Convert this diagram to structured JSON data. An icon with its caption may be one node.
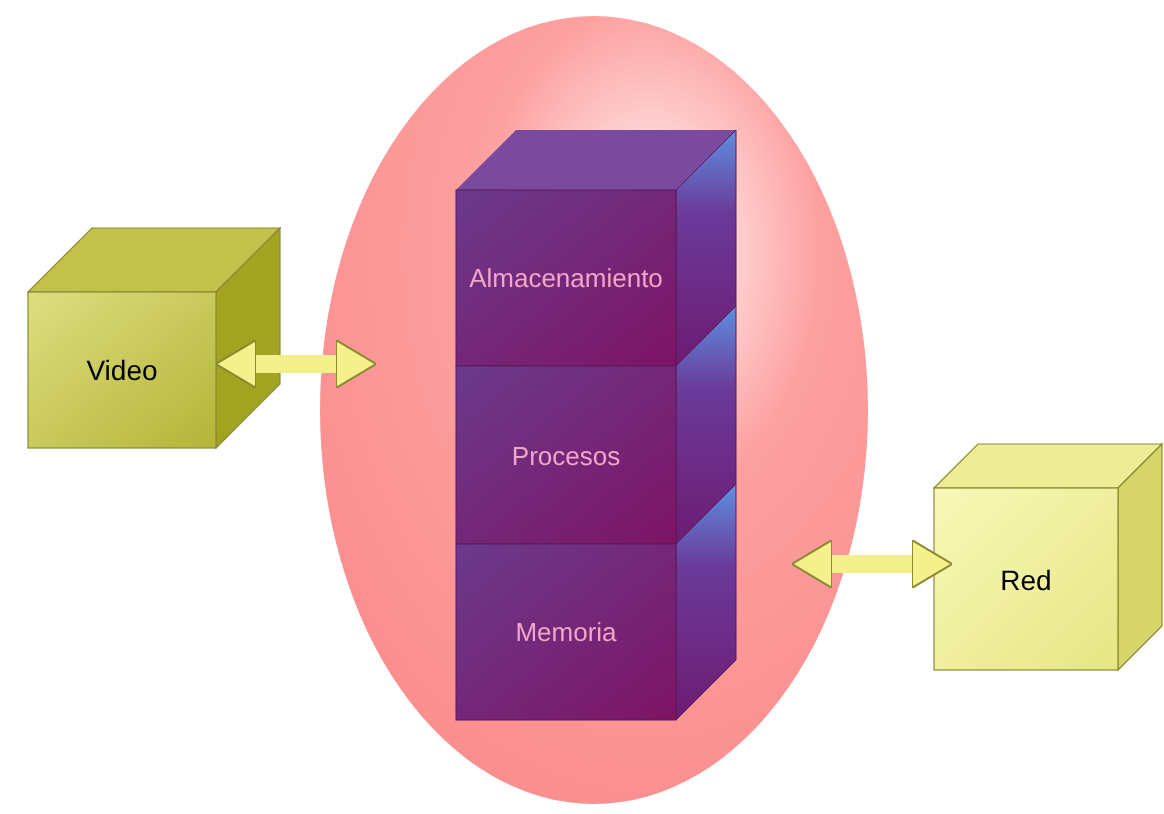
{
  "diagram": {
    "nodes": [
      {
        "text": [
          "Video"
        ]
      },
      {
        "text": [],
        "shape": "circle"
      },
      {
        "text": [
          "Almacenamiento"
        ],
        "in": 1
      },
      {
        "text": [
          "Procesos"
        ],
        "in": 1
      },
      {
        "text": [
          "Memoria"
        ],
        "in": 1
      },
      {
        "text": [
          "Red"
        ]
      }
    ],
    "edges": [
      {
        "from": 0,
        "to": 1,
        "arrow": "both"
      },
      {
        "from": 1,
        "to": 5,
        "arrow": "both"
      }
    ]
  }
}
